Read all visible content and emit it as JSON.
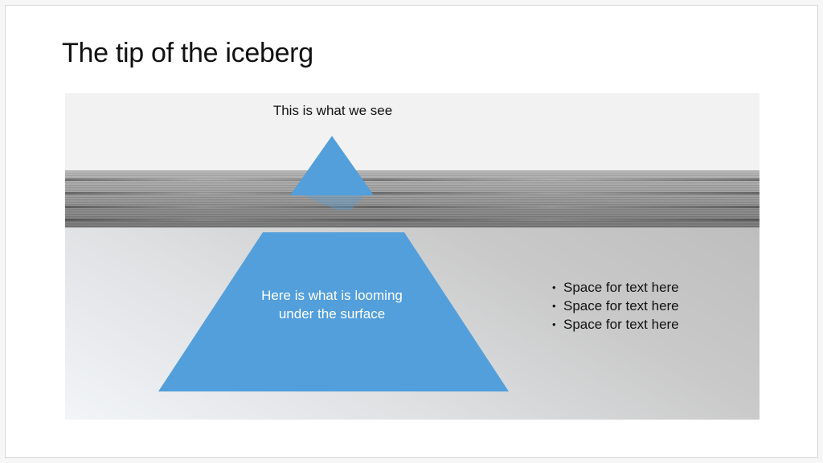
{
  "slide": {
    "title": "The tip of the iceberg"
  },
  "diagram": {
    "top_label": "This is what we see",
    "under_label": "Here is what is looming under the surface",
    "bullets": [
      "Space for text here",
      "Space for text here",
      "Space for text here"
    ],
    "colors": {
      "iceberg": "#529fdb",
      "sky": "#f2f2f2",
      "underwater_light": "#f2f5f8",
      "underwater_dark": "#bebebe"
    }
  }
}
